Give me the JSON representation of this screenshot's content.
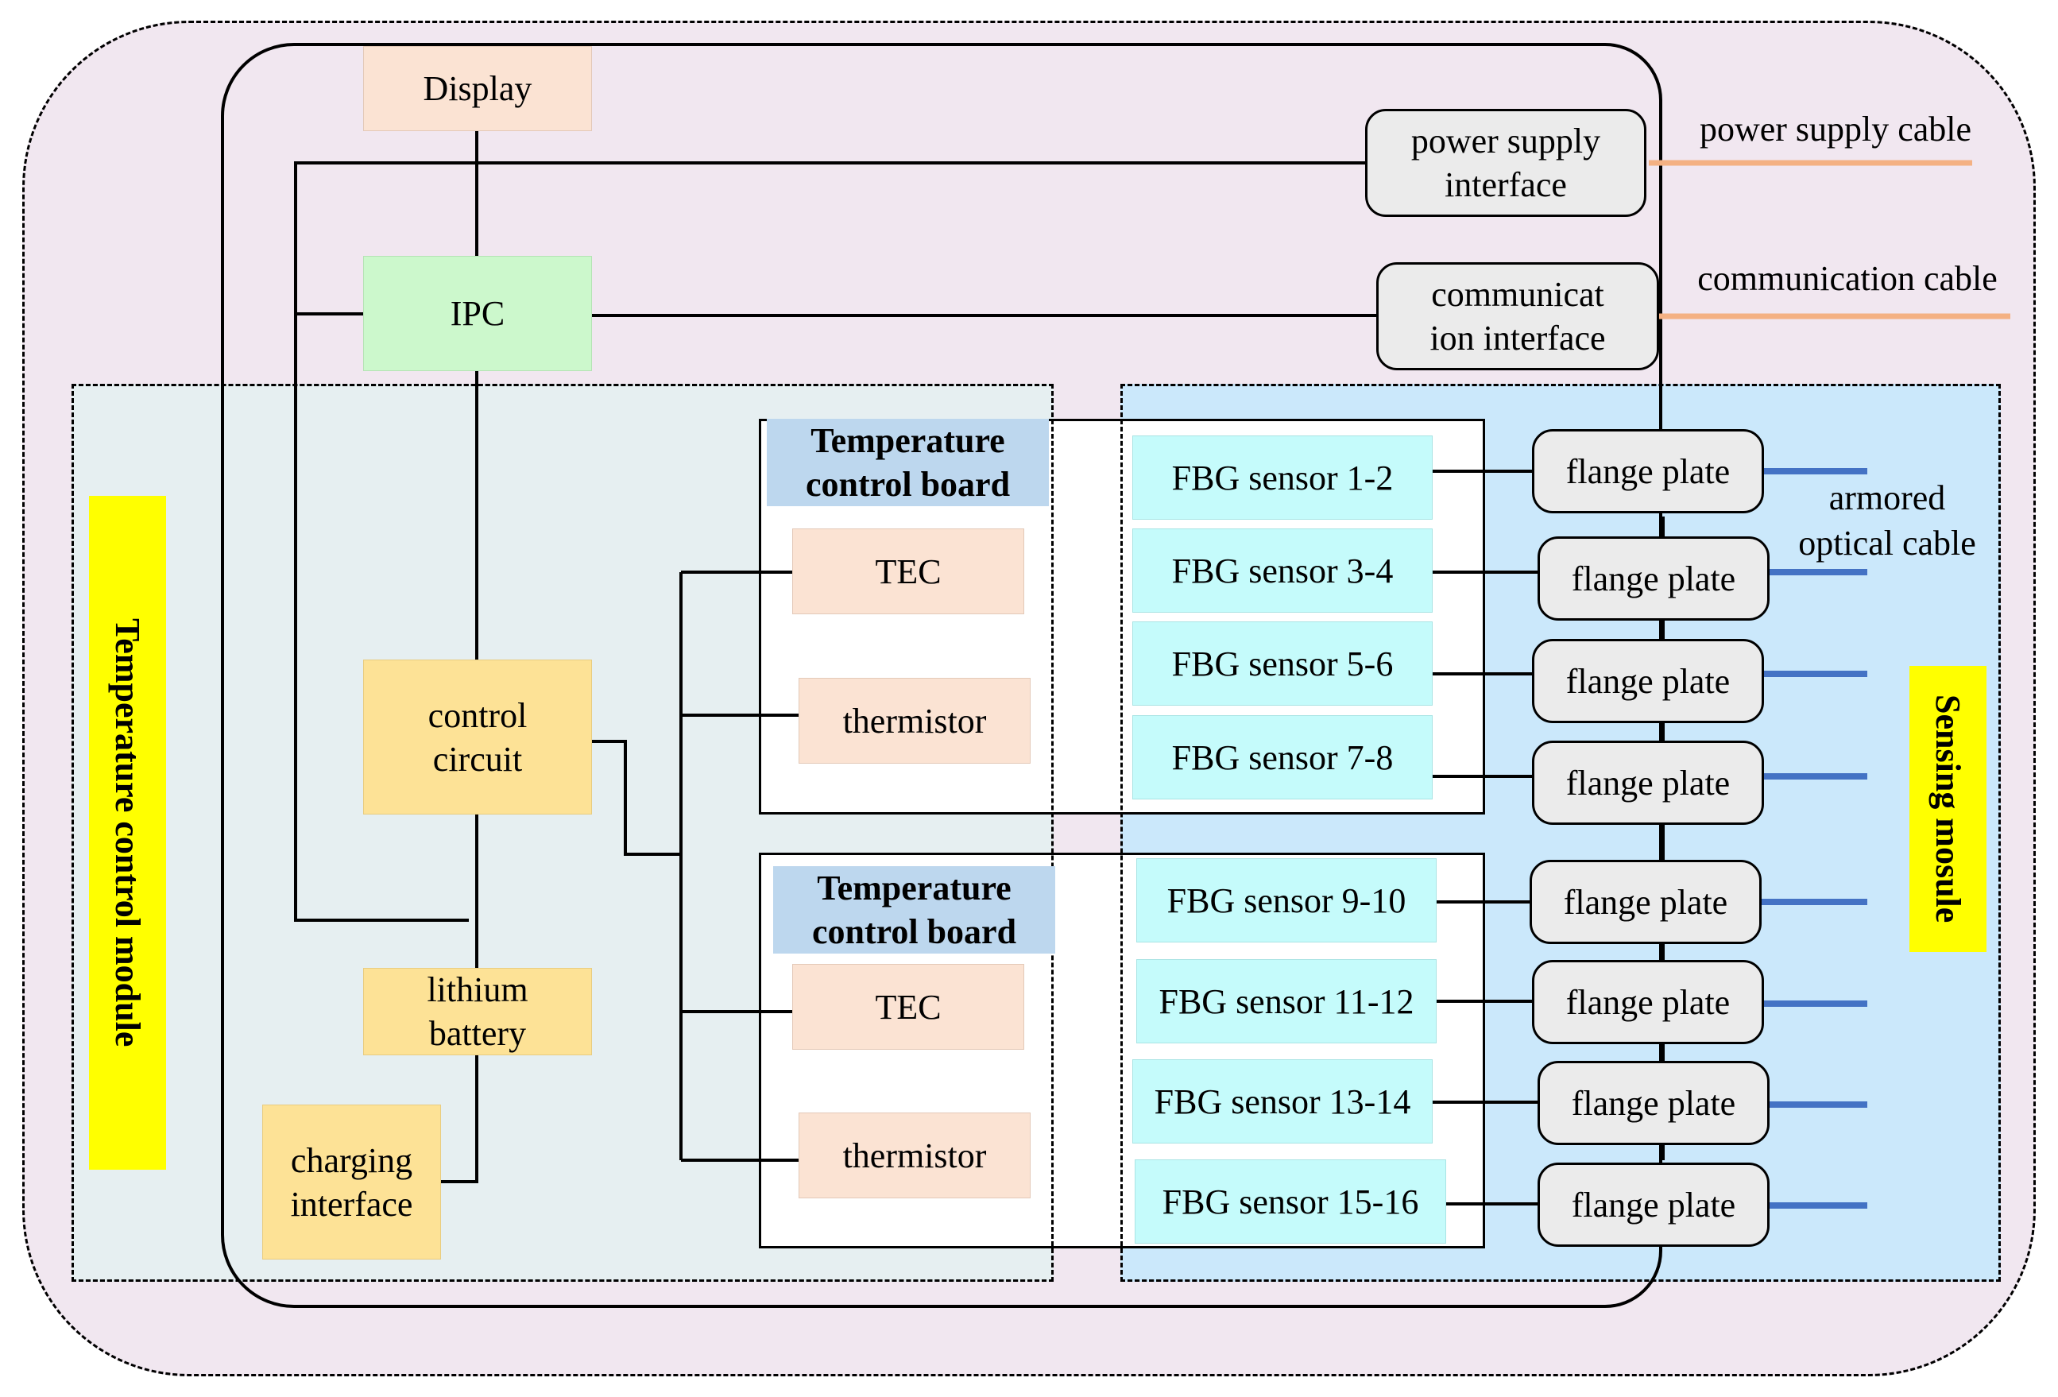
{
  "display": "Display",
  "ipc": "IPC",
  "control_circuit": "control\ncircuit",
  "lithium_battery": "lithium\nbattery",
  "charging_interface": "charging\ninterface",
  "power_supply_interface": "power supply\ninterface",
  "communication_interface": "communicat\nion interface",
  "power_supply_cable": "power supply cable",
  "communication_cable": "communication cable",
  "armored_optical_cable": "armored\noptical cable",
  "temperature_control_module": "Temperature control module",
  "sensing_module": "Sensing mosule",
  "boards": [
    {
      "title": "Temperature\ncontrol board",
      "tec": "TEC",
      "thermistor": "thermistor"
    },
    {
      "title": "Temperature\ncontrol board",
      "tec": "TEC",
      "thermistor": "thermistor"
    }
  ],
  "fbg_sensors": [
    "FBG sensor 1-2",
    "FBG sensor 3-4",
    "FBG sensor 5-6",
    "FBG sensor 7-8",
    "FBG sensor 9-10",
    "FBG sensor 11-12",
    "FBG sensor 13-14",
    "FBG sensor 15-16"
  ],
  "flange_plates": [
    "flange plate",
    "flange plate",
    "flange plate",
    "flange plate",
    "flange plate",
    "flange plate",
    "flange plate",
    "flange plate"
  ],
  "colors": {
    "outer_bg": "#f1e7f0",
    "temp_module_bg": "#e6eff1",
    "sensing_bg": "#cbe8fb",
    "label_yellow": "#ffff00",
    "cable_orange": "#f4b183",
    "optical_blue": "#4472c4"
  }
}
